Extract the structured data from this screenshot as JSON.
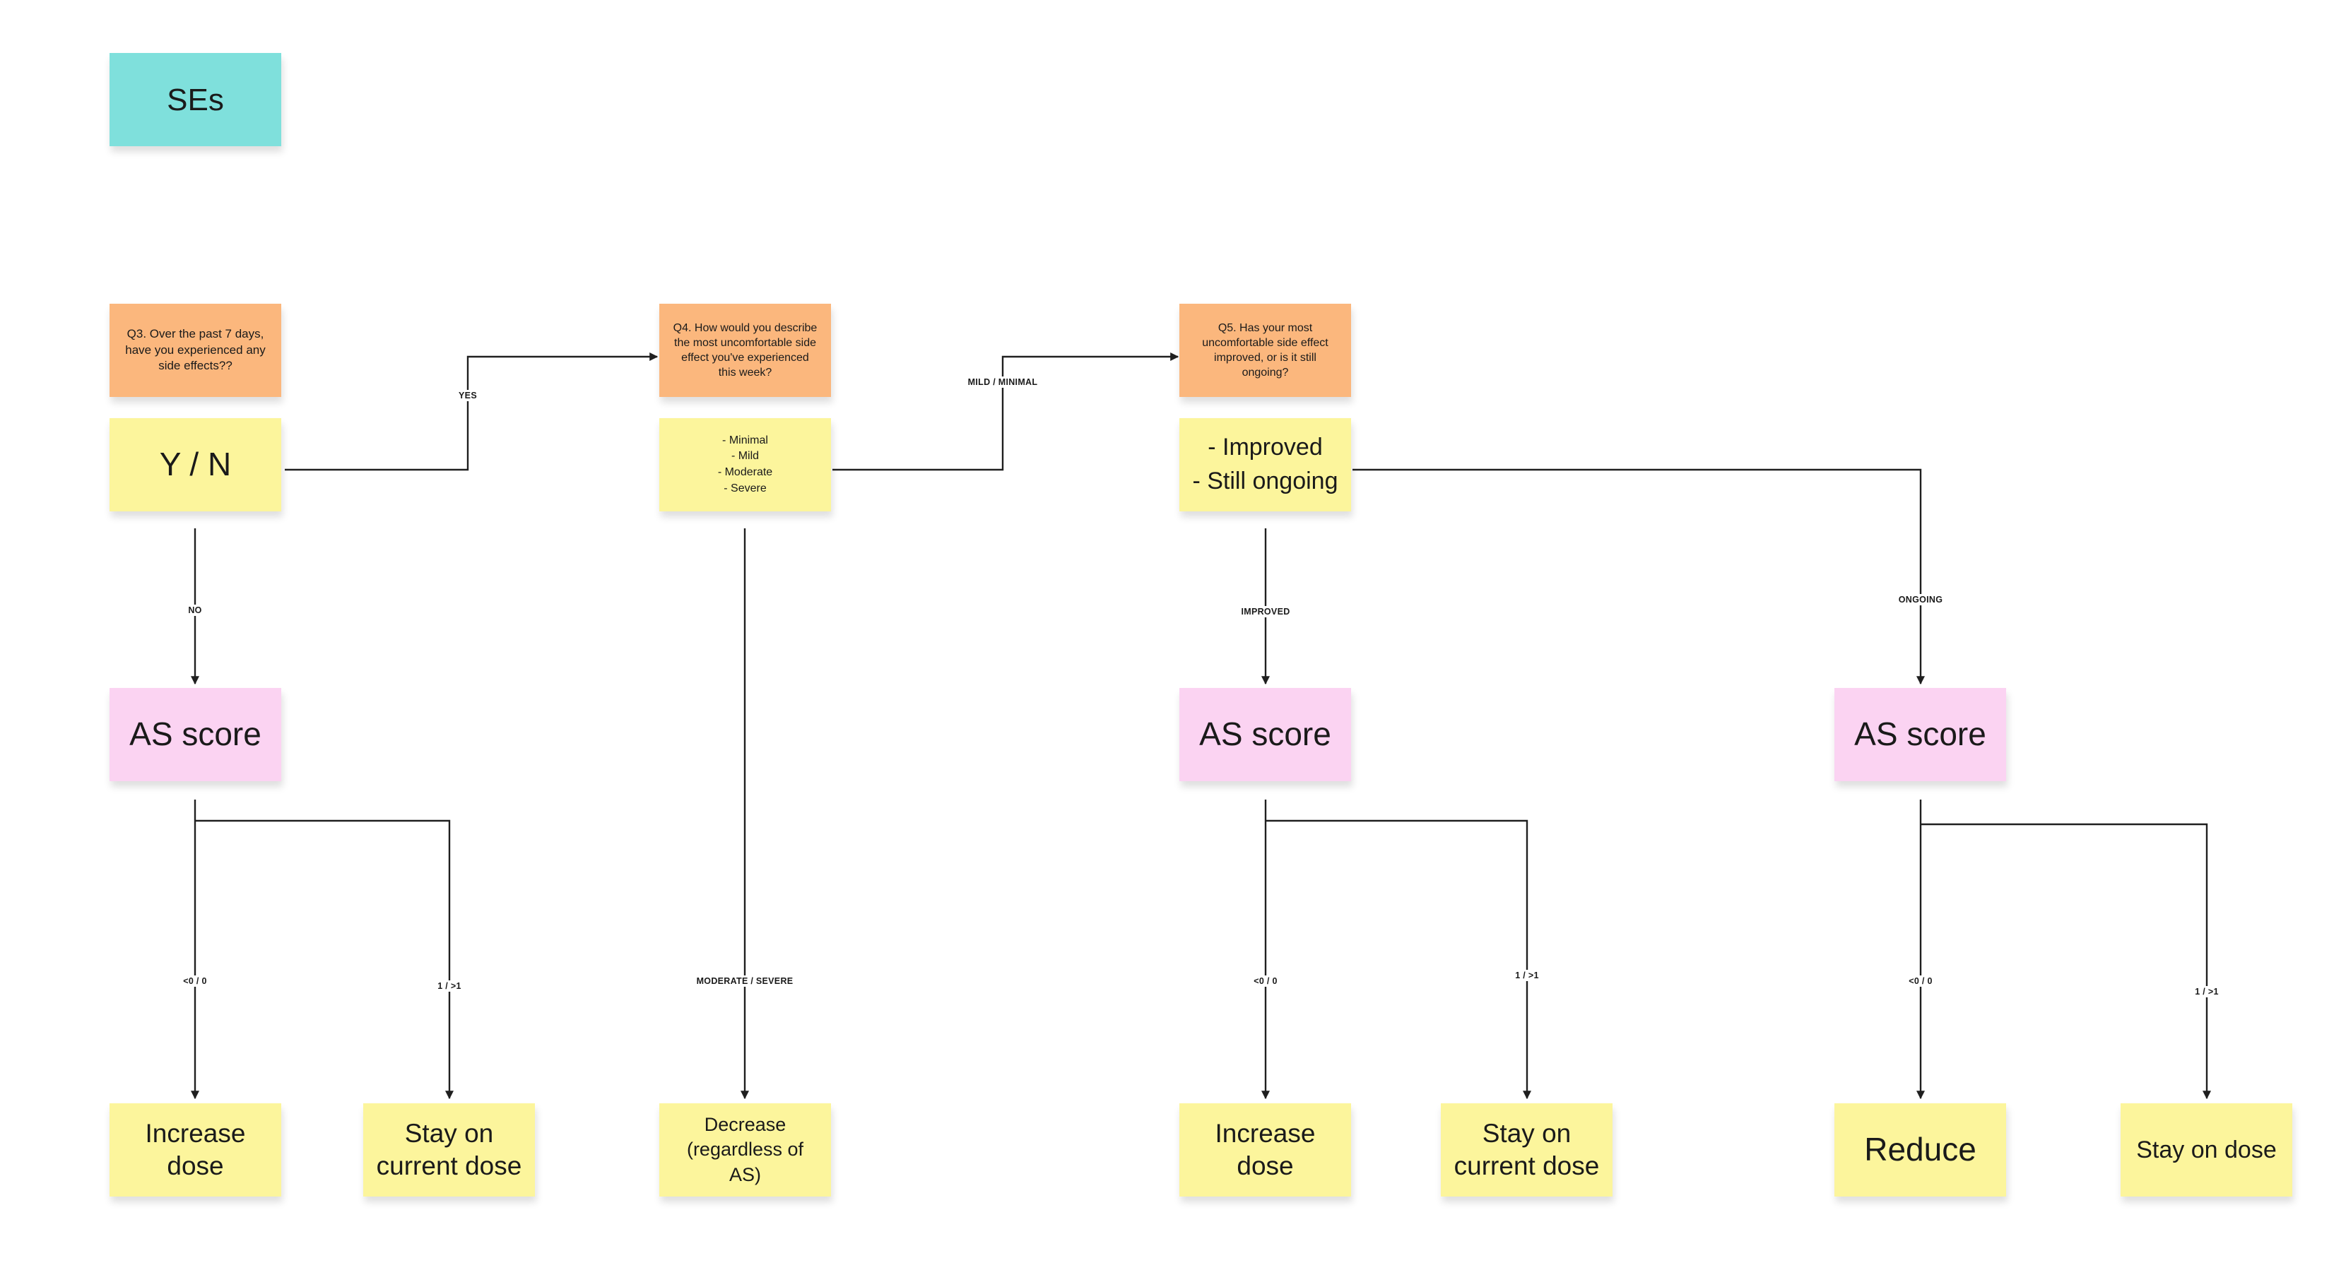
{
  "title_note": "SEs",
  "q3": {
    "question": "Q3. Over the past 7 days, have you experienced any side effects??",
    "answer": "Y / N",
    "yes_label": "YES",
    "no_label": "NO"
  },
  "q4": {
    "question": "Q4. How would you describe the most uncomfortable side effect you've experienced this week?",
    "options": "- Minimal\n- Mild\n- Moderate\n- Severe",
    "mild_label": "MILD / MINIMAL",
    "moderate_label": "MODERATE / SEVERE",
    "outcome": "Decrease\n(regardless of AS)"
  },
  "q5": {
    "question": "Q5. Has your most uncomfortable side effect improved, or is it still ongoing?",
    "options": "- Improved\n- Still ongoing",
    "improved_label": "IMPROVED",
    "ongoing_label": "ONGOING"
  },
  "branch_no": {
    "score": "AS score",
    "low_label": "<0 / 0",
    "high_label": "1 / >1",
    "low_outcome": "Increase\ndose",
    "high_outcome": "Stay on\ncurrent dose"
  },
  "branch_improved": {
    "score": "AS score",
    "low_label": "<0 / 0",
    "high_label": "1 / >1",
    "low_outcome": "Increase\ndose",
    "high_outcome": "Stay on\ncurrent dose"
  },
  "branch_ongoing": {
    "score": "AS score",
    "low_label": "<0 / 0",
    "high_label": "1 / >1",
    "low_outcome": "Reduce",
    "high_outcome": "Stay on dose"
  },
  "colors": {
    "title": "#7fe0dc",
    "question": "#fbb77d",
    "answer": "#fcf59c",
    "score": "#fbd3f2",
    "connector": "#1f1f1f"
  }
}
